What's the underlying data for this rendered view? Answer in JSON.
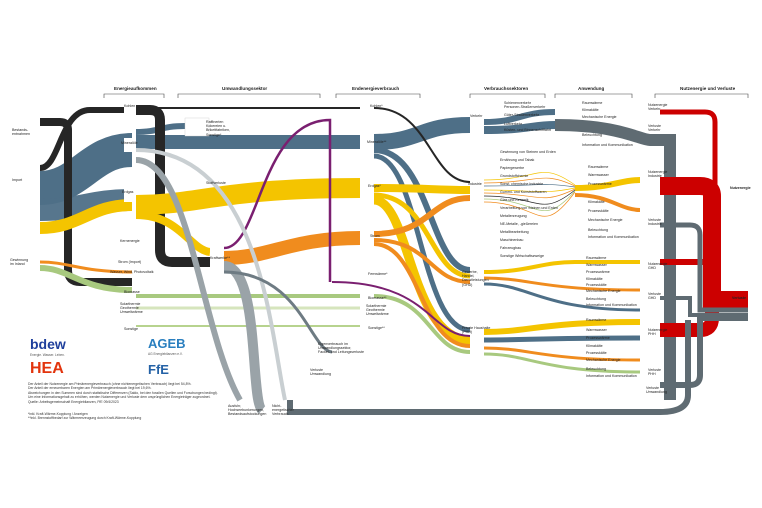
{
  "headers": {
    "primary": "Energieaufkommen",
    "conversion": "Umwandlungssektor",
    "final": "Endenergieverbrauch",
    "sectors": "Verbrauchssektoren",
    "application": "Anwendung",
    "useful": "Nutzenergie und Verluste"
  },
  "sources": {
    "stock": "Bestands-\nentnahmen",
    "import": "Import",
    "domestic": "Gewinnung\nim Inland"
  },
  "carriers": {
    "kohlen_top": "Kohlen",
    "mineraloele": "Mineralöle",
    "erdgas": "Erdgas",
    "kernenergie": "Kernenergie",
    "strom_import": "Strom (Import)",
    "wasser_wind": "Wasser, Wind, Photovoltaik",
    "biomasse": "Biomasse",
    "solar": "Solarthermie\nGeothermie\nUmweltwärme",
    "sonstige": "Sonstige"
  },
  "conversion": {
    "raffinerien": "Raffinerien\nKokereien u.\nBrikettfabriken,\nSonstige*",
    "stoffverluste": "Stoffverluste",
    "kraftwerke": "Kraftwerke**",
    "eigenverbrauch": "Eigenverbrauch im\nUmwandlungssektor,\nFackel- und Leitungsverluste",
    "ausfuhr": "Ausfuhr,\nHochseebunkerungen,\nBestandsaufstockungen",
    "nichtenergetisch": "Nicht-\nenergetischer\nVerbrauch"
  },
  "final": {
    "kohlen": "Kohlen*",
    "mineraloele": "Mineralöle**",
    "erdgas": "Erdgas*",
    "strom": "Strom",
    "fernwaerme": "Fernwärme*",
    "biomasse": "Biomasse**",
    "solar": "Solarthermie\nGeothermie\nUmweltwärme",
    "sonstige": "Sonstige**"
  },
  "sectors": {
    "verkehr": "Verkehr",
    "industrie": "Industrie",
    "ghd": "Gewerbe,\nHandel,\nDienstleistungen\n(GHD)",
    "haushalte": "Private Haushalte\n(PHH)"
  },
  "verkehr_apps": [
    "Schienenverkehr",
    "Personen-Straßenverkehr",
    "Güter-Straßenverkehr",
    "Luftverkehr",
    "Küsten- und Binnenschifffahrt"
  ],
  "industrie_branches": [
    "Gewinnung von Steinen und Erden",
    "Ernährung und Tabak",
    "Papiergewerbe",
    "Grundstoffchemie",
    "Sonst. chemische Industrie",
    "Gummi- und Kunststoffwaren",
    "Glas und Keramik",
    "Verarbeitung von Steinen und Erden",
    "Metallerzeugung",
    "NE-Metalle, -gießereien",
    "Metallbearbeitung",
    "Maschinenbau",
    "Fahrzeugbau",
    "Sonstige Wirtschaftszweige"
  ],
  "apps_verkehr": [
    "Raumwärme",
    "Klimakälte",
    "Mechanische Energie",
    "Beleuchtung",
    "Information und Kommunikation"
  ],
  "apps_industrie": [
    "Raumwärme",
    "Warmwasser",
    "Prozesswärme",
    "Klimakälte",
    "Prozesskälte",
    "Mechanische Energie",
    "Beleuchtung",
    "Information und Kommunikation"
  ],
  "apps_ghd": [
    "Raumwärme",
    "Warmwasser",
    "Prozesswärme",
    "Klimakälte",
    "Prozesskälte",
    "Mechanische Energie",
    "Beleuchtung",
    "Information und Kommunikation"
  ],
  "apps_phh": [
    "Raumwärme",
    "Warmwasser",
    "Prozesswärme",
    "Klimakälte",
    "Prozesskälte",
    "Mechanische Energie",
    "Beleuchtung",
    "Information und Kommunikation"
  ],
  "useful": {
    "ne_verkehr": "Nutzenergie\nVerkehr",
    "vl_verkehr": "Verluste\nVerkehr",
    "ne_industrie": "Nutzenergie\nIndustrie",
    "vl_industrie": "Verluste\nIndustrie",
    "ne_ghd": "Nutzenergie\nGHD",
    "vl_ghd": "Verluste\nGHD",
    "ne_phh": "Nutzenergie\nPHH",
    "vl_phh": "Verluste\nPHH",
    "ne_total": "Nutzenergie",
    "vl_total": "Verluste",
    "vl_umwandlung": "Verluste\nUmwandlung"
  },
  "footnotes": [
    "Der Anteil der Nutzenergie am Primärenergieverbrauch (ohne nichtenergetischen Verbrauch) liegt bei 54,8%.",
    "Der Anteil der erneuerbaren Energien am Primärenergieverbrauch liegt bei 19,6%.",
    "Abweichungen in den Summen sind durch statistische Differenzen (Saldo, bei den fossilen Quellen und Forschungen bedingt).",
    "Um eine Informationsgehalt zu erhöhen, werden Nutzenergie und Verluste dem ursprünglichen Energieträger zugeordnet.",
    "Quelle: Arbeitsgemeinschaft Energiebilanzen, FfE 09/4/2023"
  ],
  "footnotes2": [
    "*inkl. Kraft-Wärme-Kopplung / Anzeigen",
    "**inkl. Brennstoffbedarf zur Wärmeerzeugung durch Kraft-Wärme-Kopplung"
  ],
  "logos": {
    "bdew": "bdew",
    "bdew_sub": "Energie. Wasser. Leben.",
    "ageb": "AGEB",
    "ageb_sub": "AG Energiebilanzen e.V.",
    "hea": "HEA",
    "ffe": "FfE"
  },
  "colors": {
    "steel": "#4e6f87",
    "coal": "#262626",
    "gas": "#f4c400",
    "power": "#f08c1e",
    "heat": "#7a1f70",
    "bio": "#a8c97f",
    "useful": "#cc0000",
    "loss": "#5f6b72",
    "gray": "#9aa3a8"
  }
}
